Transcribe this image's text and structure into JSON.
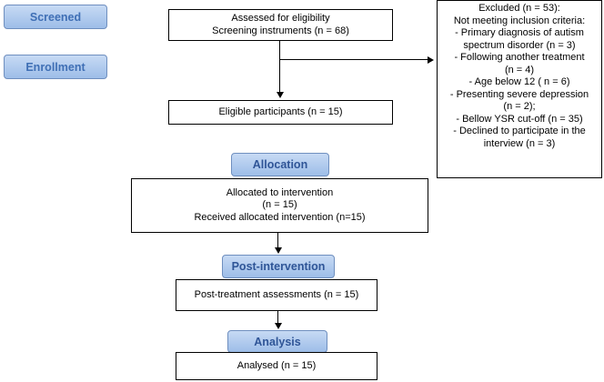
{
  "stages": {
    "screened": "Screened",
    "enrollment": "Enrollment",
    "allocation": "Allocation",
    "post_intervention": "Post-intervention",
    "analysis": "Analysis"
  },
  "boxes": {
    "assessed": {
      "line1": "Assessed for eligibility",
      "line2": "Screening instruments (n = 68)"
    },
    "eligible": "Eligible participants (n = 15)",
    "allocated": {
      "line1": "Allocated to intervention",
      "line2": "(n = 15)",
      "line3": "Received allocated intervention (n=15)"
    },
    "post_treatment": "Post-treatment assessments (n = 15)",
    "analysed": "Analysed (n = 15)"
  },
  "excluded": {
    "title": "Excluded (n = 53):",
    "lines": [
      "Not meeting inclusion criteria:",
      "- Primary diagnosis of autism",
      "spectrum disorder (n = 3)",
      "- Following another treatment",
      "(n = 4)",
      "-  Age below 12 ( n = 6)",
      "- Presenting severe depression",
      "(n = 2);",
      "- Bellow YSR cut-off (n = 35)",
      "- Declined to participate in the",
      "interview (n = 3)"
    ]
  },
  "colors": {
    "stage_fill": "#b3cdef",
    "stage_text": "#3f6fb5",
    "stage_border": "#6f8fbf"
  }
}
